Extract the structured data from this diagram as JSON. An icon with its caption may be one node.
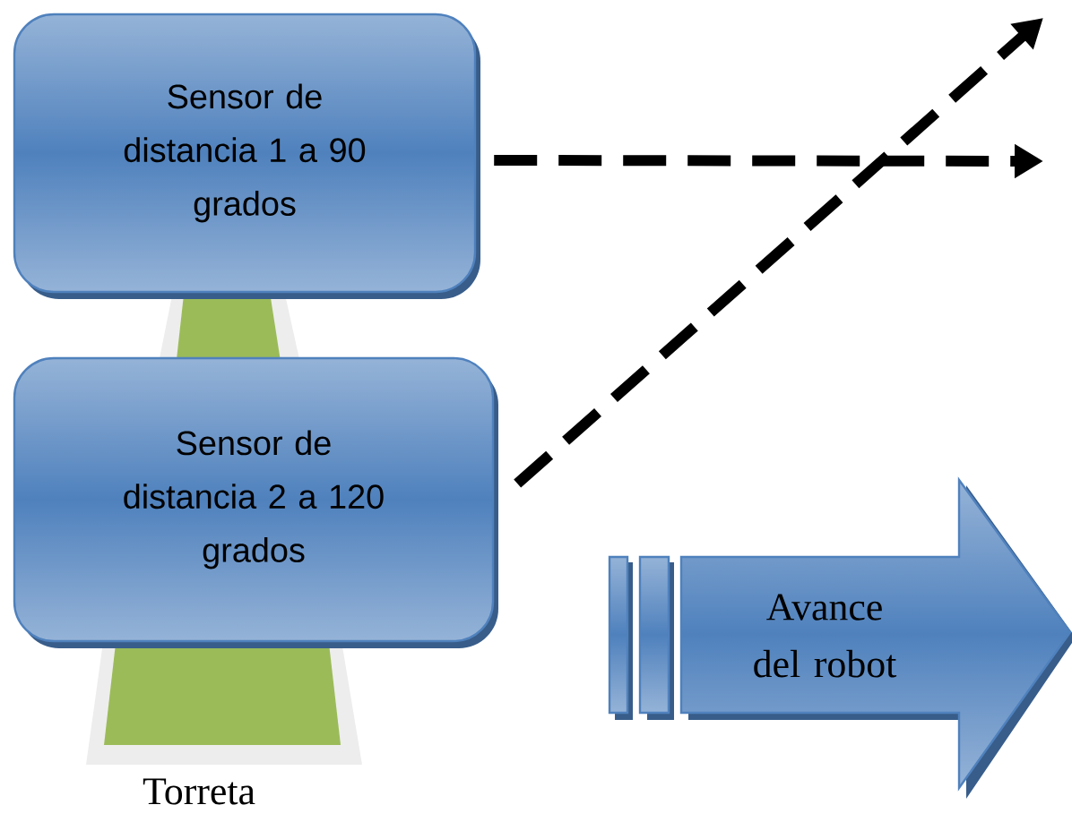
{
  "diagram": {
    "nodes": [
      {
        "text": [
          "Sensor de distancia 1 a 90 grados"
        ]
      },
      {
        "text": [
          "Sensor de distancia 2 a 120 grados"
        ]
      },
      {
        "text": [
          "Avance del robot"
        ]
      }
    ],
    "edges": [
      {
        "from": 0,
        "to": null,
        "arrow": "to",
        "style": "dashed"
      },
      {
        "from": 1,
        "to": null,
        "arrow": "to",
        "style": "dashed"
      }
    ],
    "labels": [
      "Torreta"
    ]
  }
}
